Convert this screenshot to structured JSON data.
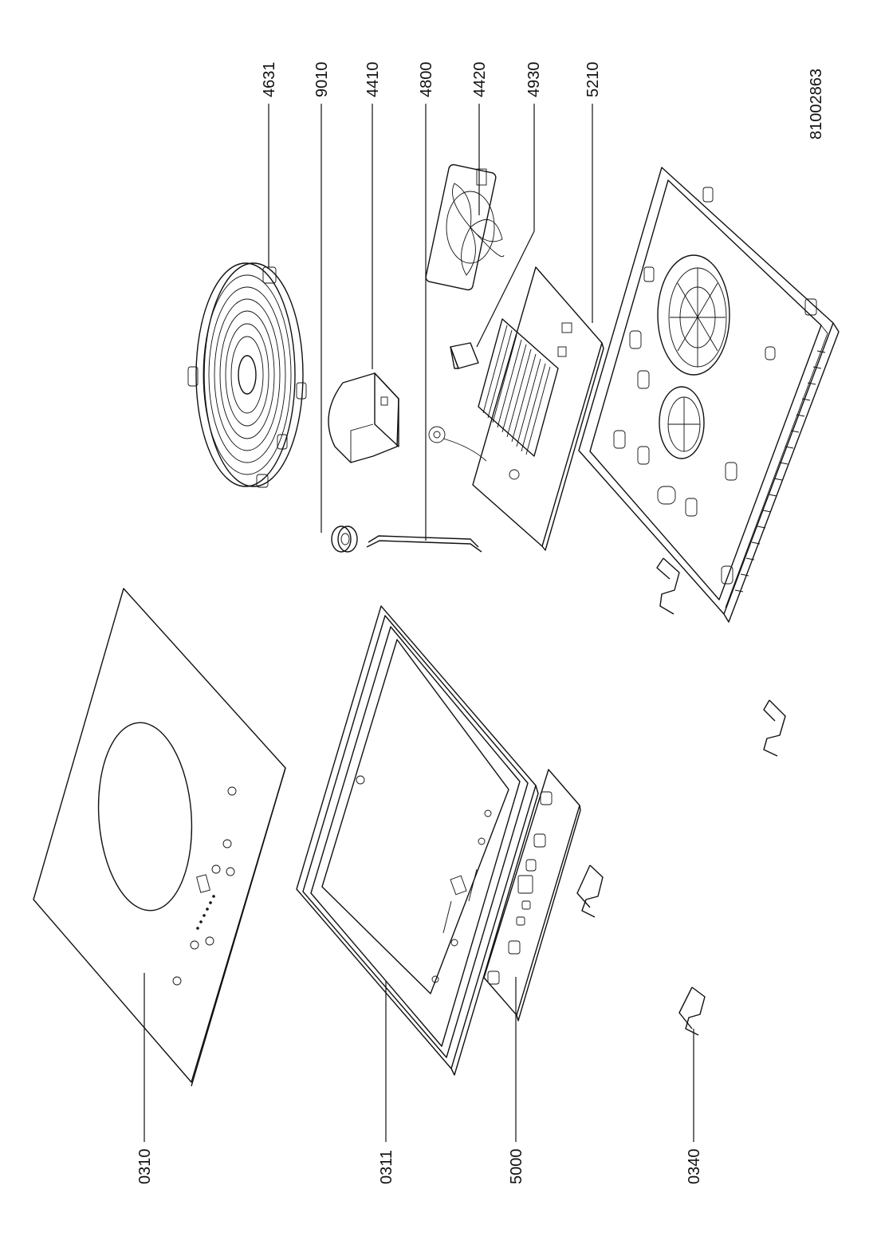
{
  "drawing_number": "81002863",
  "part_labels": {
    "p4631": "4631",
    "p9010": "9010",
    "p4410": "4410",
    "p4800": "4800",
    "p4420": "4420",
    "p4930": "4930",
    "p5210": "5210",
    "p0310": "0310",
    "p0311": "0311",
    "p5000": "5000",
    "p0340": "0340"
  }
}
